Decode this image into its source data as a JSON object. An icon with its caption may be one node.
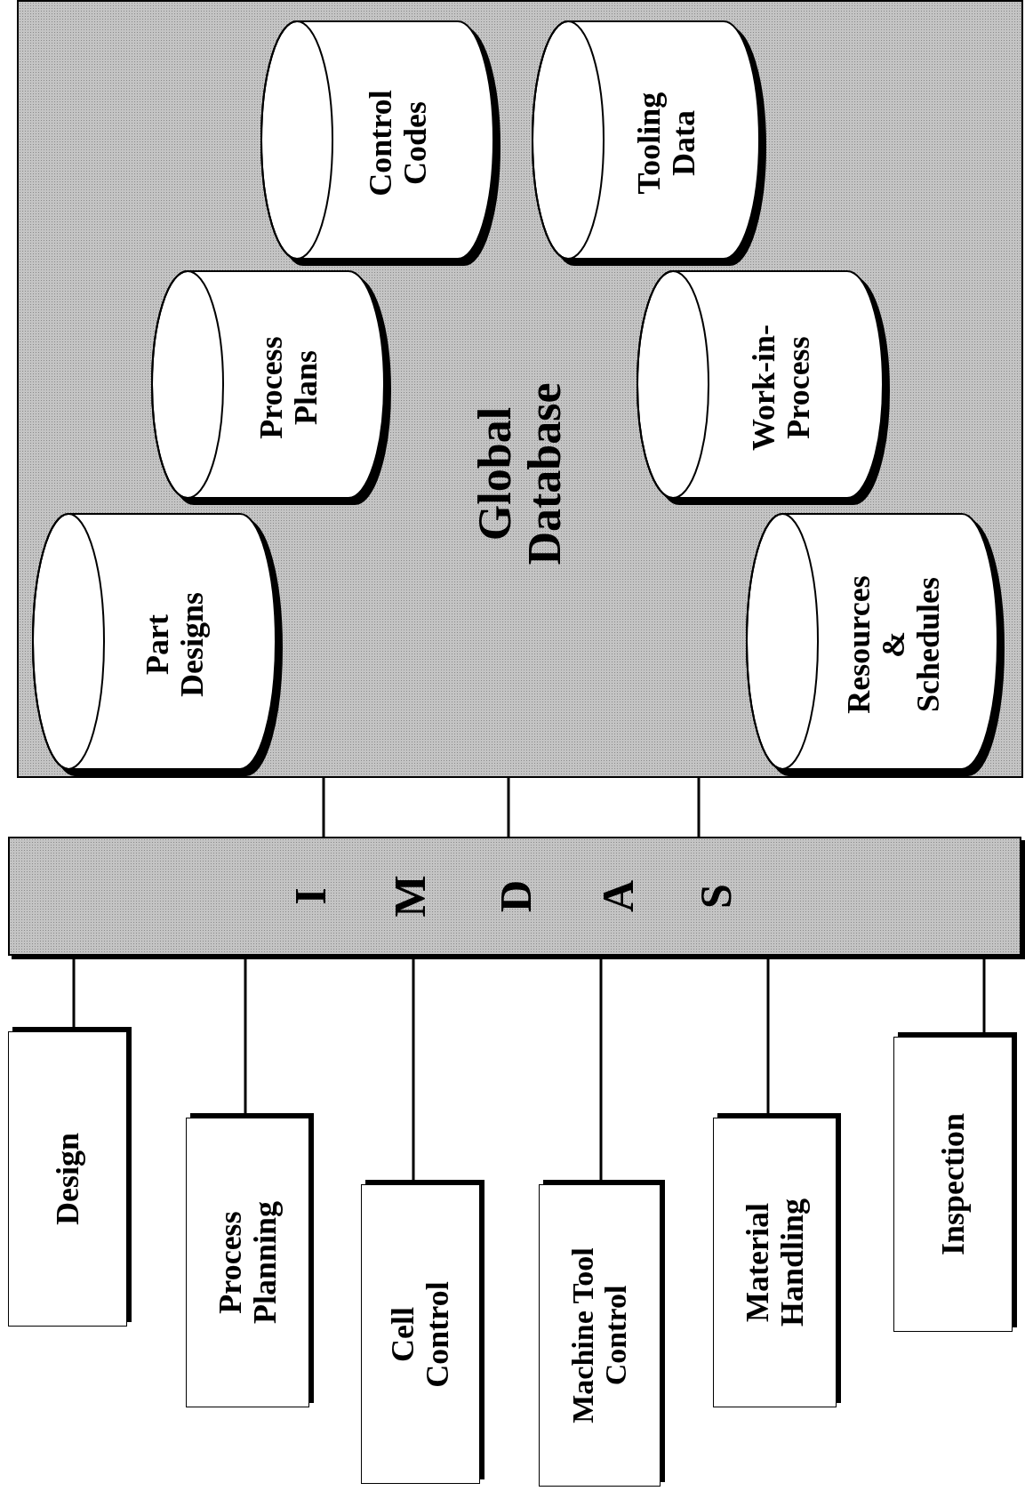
{
  "diagram": {
    "nodes": [
      {
        "text": [
          "Global Database"
        ]
      },
      {
        "text": [
          "Part Designs"
        ],
        "in": 0
      },
      {
        "text": [
          "Process Plans"
        ],
        "in": 0
      },
      {
        "text": [
          "Control Codes"
        ],
        "in": 0
      },
      {
        "text": [
          "Tooling Data"
        ],
        "in": 0
      },
      {
        "text": [
          "Work-in-Process"
        ],
        "in": 0
      },
      {
        "text": [
          "Resources & Schedules"
        ],
        "in": 0
      },
      {
        "text": [
          "IMDAS"
        ]
      },
      {
        "text": [
          "Design"
        ]
      },
      {
        "text": [
          "Process Planning"
        ]
      },
      {
        "text": [
          "Cell Control"
        ]
      },
      {
        "text": [
          "Machine Tool Control"
        ]
      },
      {
        "text": [
          "Material Handling"
        ]
      },
      {
        "text": [
          "Inspection"
        ]
      }
    ],
    "edges": [
      {
        "from": 0,
        "to": 7,
        "arrow": "none"
      },
      {
        "from": 0,
        "to": 7,
        "arrow": "none"
      },
      {
        "from": 0,
        "to": 7,
        "arrow": "none"
      },
      {
        "from": 7,
        "to": 8,
        "arrow": "none"
      },
      {
        "from": 7,
        "to": 9,
        "arrow": "none"
      },
      {
        "from": 7,
        "to": 10,
        "arrow": "none"
      },
      {
        "from": 7,
        "to": 11,
        "arrow": "none"
      },
      {
        "from": 7,
        "to": 12,
        "arrow": "none"
      },
      {
        "from": 7,
        "to": 13,
        "arrow": "none"
      }
    ]
  }
}
